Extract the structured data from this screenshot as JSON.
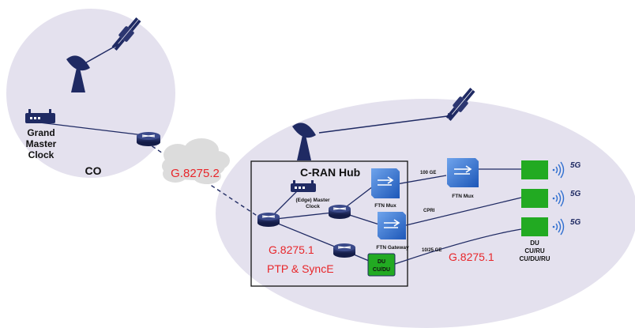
{
  "co": {
    "label": "CO",
    "grand_master": [
      "Grand",
      "Master",
      "Clock"
    ]
  },
  "cloud": {
    "label": "G.8275.2"
  },
  "hub": {
    "title": "C-RAN Hub",
    "edge_clock": [
      "(Edge) Master",
      "Clock"
    ],
    "ftn_mux": "FTN Mux",
    "ftn_gateway": "FTN Gateway",
    "profile": "G.8275.1",
    "sync": "PTP & SyncE",
    "du_box": [
      "DU",
      "CU/DU"
    ]
  },
  "links": {
    "ge100": "100 GE",
    "cpri": "CPRI",
    "ge1025": "10/25 GE"
  },
  "remote": {
    "ftn_mux": "FTN Mux",
    "profile": "G.8275.1",
    "du_labels": [
      "DU",
      "CU/RU",
      "CU/DU/RU"
    ],
    "fiveg": [
      "5G",
      "5G",
      "5G"
    ]
  },
  "colors": {
    "navy": "#1f2a63",
    "circle": "#e4e1ee",
    "red": "#e8262a",
    "green": "#22aa22",
    "blue": "#2f6fd0",
    "cloud": "#dcdcdc"
  }
}
